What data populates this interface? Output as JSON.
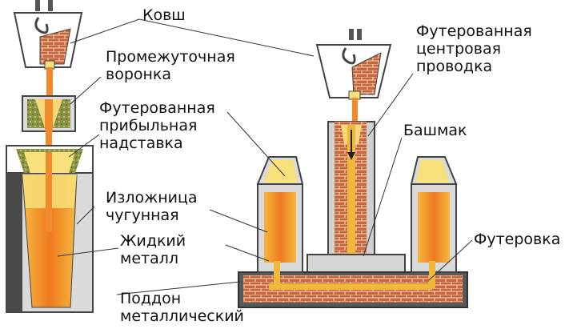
{
  "labels": {
    "ladle": "Ковш",
    "intermediate_funnel": [
      "Промежуточная",
      "воронка"
    ],
    "lined_hot_top": [
      "Футерованная",
      "прибыльная",
      "надставка"
    ],
    "cast_iron_mold": [
      "Изложница",
      "чугунная"
    ],
    "liquid_metal": [
      "Жидкий",
      "металл"
    ],
    "metal_bottom_plate": [
      "Поддон",
      "металлический"
    ],
    "lined_central_runner": [
      "Футерованная",
      "центровая",
      "проводка"
    ],
    "shoe": "Башмак",
    "lining": "Футеровка"
  },
  "colors": {
    "metal_light": "#f7d978",
    "metal_hot": "#f08020",
    "brick": "#c0603c",
    "lining_green": "#7a8a3a",
    "mold_gray": "#d9d9d9",
    "plate_dark": "#5a5a5a"
  }
}
